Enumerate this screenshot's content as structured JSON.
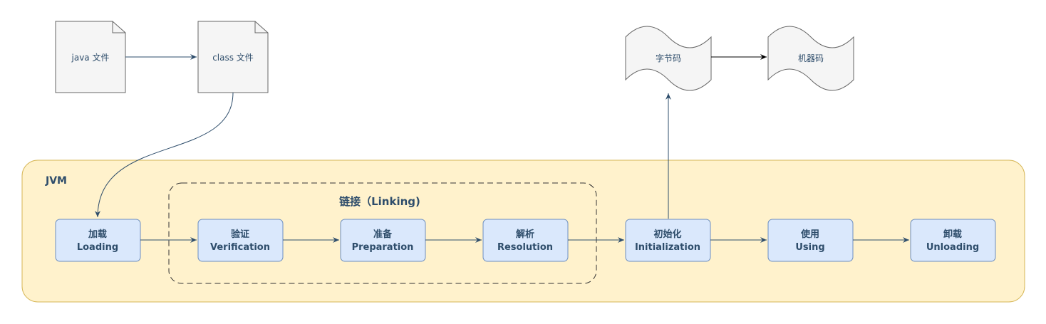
{
  "files": {
    "java": "java 文件",
    "class": "class 文件"
  },
  "codes": {
    "bytecode": "字节码",
    "machine": "机器码"
  },
  "jvm": {
    "label": "JVM"
  },
  "linking": {
    "label": "链接（Linking)"
  },
  "stages": {
    "loading": {
      "cn": "加载",
      "en": "Loading"
    },
    "verification": {
      "cn": "验证",
      "en": "Verification"
    },
    "preparation": {
      "cn": "准备",
      "en": "Preparation"
    },
    "resolution": {
      "cn": "解析",
      "en": "Resolution"
    },
    "initialization": {
      "cn": "初始化",
      "en": "Initialization"
    },
    "using": {
      "cn": "使用",
      "en": "Using"
    },
    "unloading": {
      "cn": "卸载",
      "en": "Unloading"
    }
  },
  "colors": {
    "jvm_fill": "#fff2cc",
    "jvm_stroke": "#d6b656",
    "stage_fill": "#dae8fc",
    "stage_stroke": "#6c8ebf",
    "doc_fill": "#f5f5f5",
    "doc_stroke": "#666666",
    "arrow": "#2e4d6b"
  }
}
